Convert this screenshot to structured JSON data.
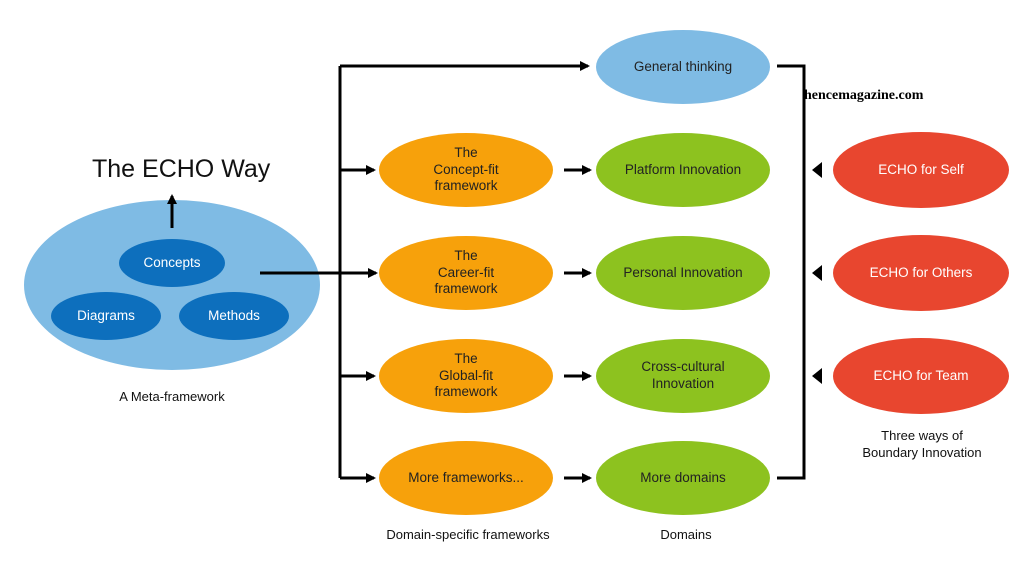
{
  "title": "The ECHO Way",
  "watermark": "hencemagazine.com",
  "meta_framework": {
    "caption": "A Meta-framework",
    "concepts": "Concepts",
    "diagrams": "Diagrams",
    "methods": "Methods"
  },
  "frameworks": [
    "The\nConcept-fit\nframework",
    "The\nCareer-fit\nframework",
    "The\nGlobal-fit\nframework",
    "More frameworks..."
  ],
  "domains": [
    "General thinking",
    "Platform Innovation",
    "Personal Innovation",
    "Cross-cultural\nInnovation",
    "More domains"
  ],
  "echo_ways": [
    "ECHO for Self",
    "ECHO for Others",
    "ECHO for Team"
  ],
  "captions": {
    "frameworks": "Domain-specific frameworks",
    "domains": "Domains",
    "echo_ways": "Three ways of\nBoundary Innovation"
  },
  "colors": {
    "meta_bg": "#7fbbe4",
    "meta_inner": "#0d6fbd",
    "framework": "#f7a10b",
    "domain": "#8dc21f",
    "general": "#7fbbe4",
    "echo": "#e8462f",
    "line": "#000000"
  }
}
